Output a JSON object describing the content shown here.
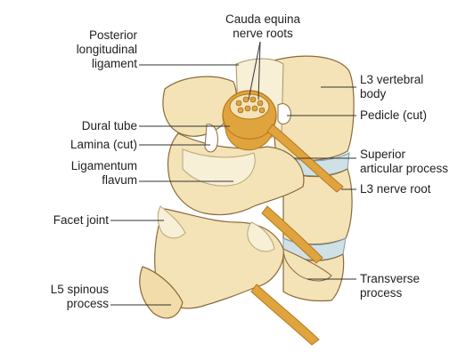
{
  "diagram": {
    "labels": {
      "cauda_equina": [
        "Cauda equina",
        "nerve roots"
      ],
      "posterior_longitudinal_ligament": [
        "Posterior",
        "longitudinal",
        "ligament"
      ],
      "l3_vertebral_body": [
        "L3 vertebral",
        "body"
      ],
      "pedicle_cut": [
        "Pedicle (cut)"
      ],
      "dural_tube": [
        "Dural tube"
      ],
      "lamina_cut": [
        "Lamina (cut)"
      ],
      "ligamentum_flavum": [
        "Ligamentum",
        "flavum"
      ],
      "superior_articular_process": [
        "Superior",
        "articular process"
      ],
      "l3_nerve_root": [
        "L3 nerve root"
      ],
      "facet_joint": [
        "Facet joint"
      ],
      "l5_spinous_process": [
        "L5 spinous",
        "process"
      ],
      "transverse_process": [
        "Transverse",
        "process"
      ]
    },
    "colors": {
      "bone": "#f4e3b6",
      "bone_shadow": "#e3c98e",
      "bone_outline": "#8a6a3a",
      "nerve": "#e0a43f",
      "nerve_dark": "#b5761c",
      "disc": "#cfe1e7",
      "ligament": "#f7efd6",
      "leader_line": "#333333"
    }
  }
}
